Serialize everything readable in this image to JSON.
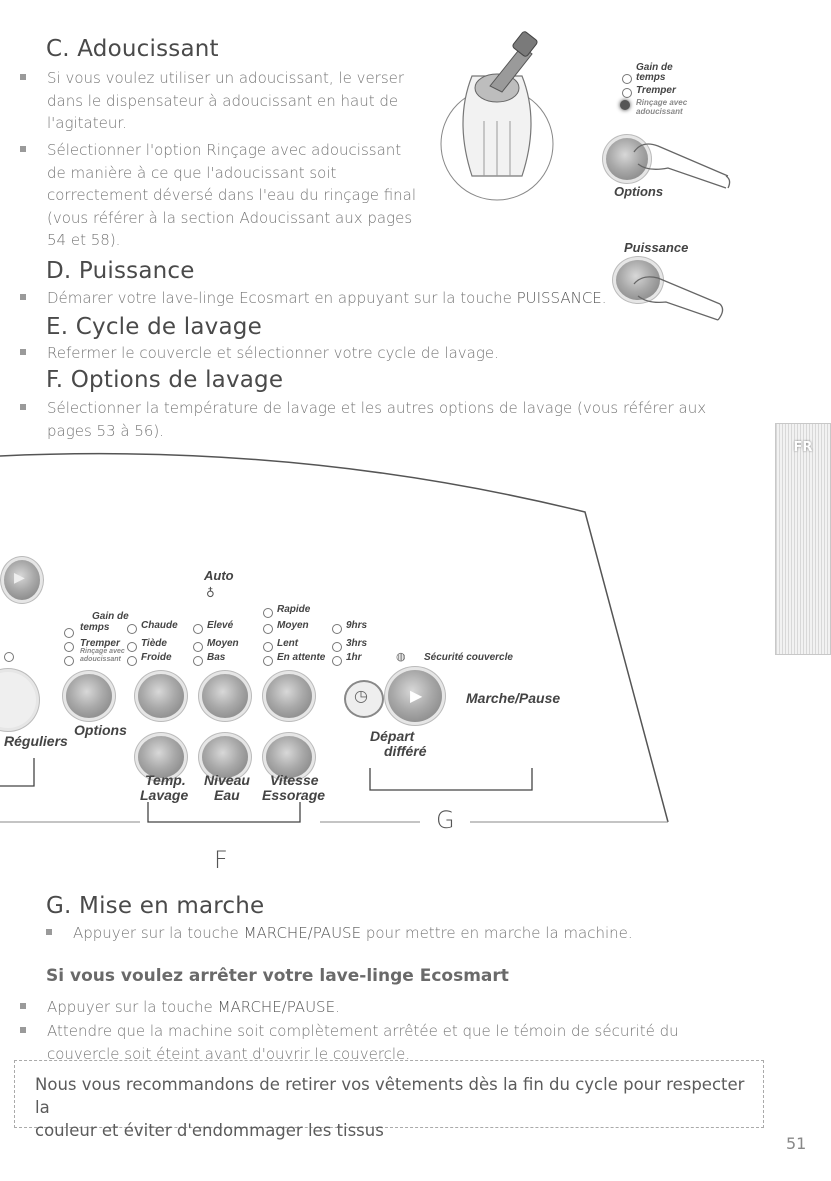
{
  "sections": {
    "c": {
      "title": "C. Adoucissant",
      "bullet1": [
        "Si vous voulez utiliser un adoucissant, le verser",
        "dans le dispensateur à adoucissant en haut de",
        "l'agitateur."
      ],
      "bullet2": [
        "Sélectionner l'option Rinçage avec adoucissant",
        "de manière à ce que l'adoucissant soit",
        "correctement déversé dans l'eau du rinçage final",
        "(vous référer à la section Adoucissant aux pages",
        "54 et 58)."
      ]
    },
    "d": {
      "title": "D. Puissance",
      "bullet_pre": "Démarer votre lave-linge Ecosmart en appuyant sur la touche ",
      "bullet_key": "PUISSANCE",
      "bullet_post": "."
    },
    "e": {
      "title": "E. Cycle de lavage",
      "bullet": "Refermer le couvercle et sélectionner votre cycle de lavage."
    },
    "f": {
      "title": "F. Options de lavage",
      "bullet": [
        "Sélectionner la température de lavage et les autres options de lavage (vous référer aux",
        "pages 53 à 56)."
      ]
    },
    "g": {
      "title": "G. Mise en marche",
      "bullet_pre": "Appuyer sur la touche ",
      "bullet_key": "MARCHE/PAUSE",
      "bullet_post": " pour mettre en marche la machine."
    }
  },
  "stop": {
    "title": "Si vous voulez arrêter votre lave-linge Ecosmart",
    "bullet1_pre": "Appuyer sur la touche ",
    "bullet1_key": "MARCHE/PAUSE",
    "bullet1_post": ".",
    "bullet2": [
      "Attendre que la machine soit complètement arrêtée et que le témoin de sécurité du",
      "couvercle soit éteint avant d'ouvrir le couvercle."
    ]
  },
  "note": [
    "Nous vous recommandons de retirer vos vêtements dès la fin du cycle pour respecter la",
    "couleur et éviter d'endommager les tissus"
  ],
  "side_tab": "FR",
  "page_number": "51",
  "inset": {
    "gain_de": "Gain de",
    "temps": "temps",
    "tremper": "Tremper",
    "rincage": "Rinçage avec",
    "adoucissant": "adoucissant",
    "options": "Options",
    "puissance": "Puissance"
  },
  "panel": {
    "auto": "Auto",
    "col1": [
      "Gain de",
      "temps",
      "Tremper",
      "Rinçage avec",
      "adoucissant"
    ],
    "col2": [
      "Chaude",
      "Tiède",
      "Froide"
    ],
    "col3": [
      "Elevé",
      "Moyen",
      "Bas"
    ],
    "col4": [
      "Rapide",
      "Moyen",
      "Lent",
      "En attente"
    ],
    "col5": [
      "9hrs",
      "3hrs",
      "1hr"
    ],
    "securite": "Sécurité couvercle",
    "marche": "Marche/Pause",
    "reguliers": "Réguliers",
    "options": "Options",
    "temp": [
      "Temp.",
      "Lavage"
    ],
    "niveau": [
      "Niveau",
      "Eau"
    ],
    "vitesse": [
      "Vitesse",
      "Essorage"
    ],
    "depart": [
      "Départ",
      "différé"
    ],
    "label_f": "F",
    "label_g": "G"
  }
}
